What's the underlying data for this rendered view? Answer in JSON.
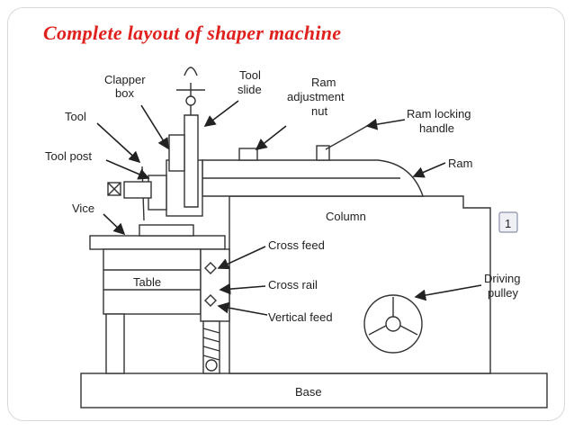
{
  "title": "Complete layout of shaper machine",
  "labels": {
    "clapper_box_1": "Clapper",
    "clapper_box_2": "box",
    "tool_slide_1": "Tool",
    "tool_slide_2": "slide",
    "ram_adj_1": "Ram",
    "ram_adj_2": "adjustment",
    "ram_adj_3": "nut",
    "ram_lock_1": "Ram locking",
    "ram_lock_2": "handle",
    "tool": "Tool",
    "tool_post": "Tool post",
    "ram": "Ram",
    "vice": "Vice",
    "column": "Column",
    "cross_feed": "Cross feed",
    "table": "Table",
    "cross_rail": "Cross rail",
    "vertical_feed": "Vertical feed",
    "driving_pulley_1": "Driving",
    "driving_pulley_2": "pulley",
    "base": "Base",
    "figure_number": "1"
  },
  "colors": {
    "title": "#e0201c",
    "stroke": "#333333"
  }
}
